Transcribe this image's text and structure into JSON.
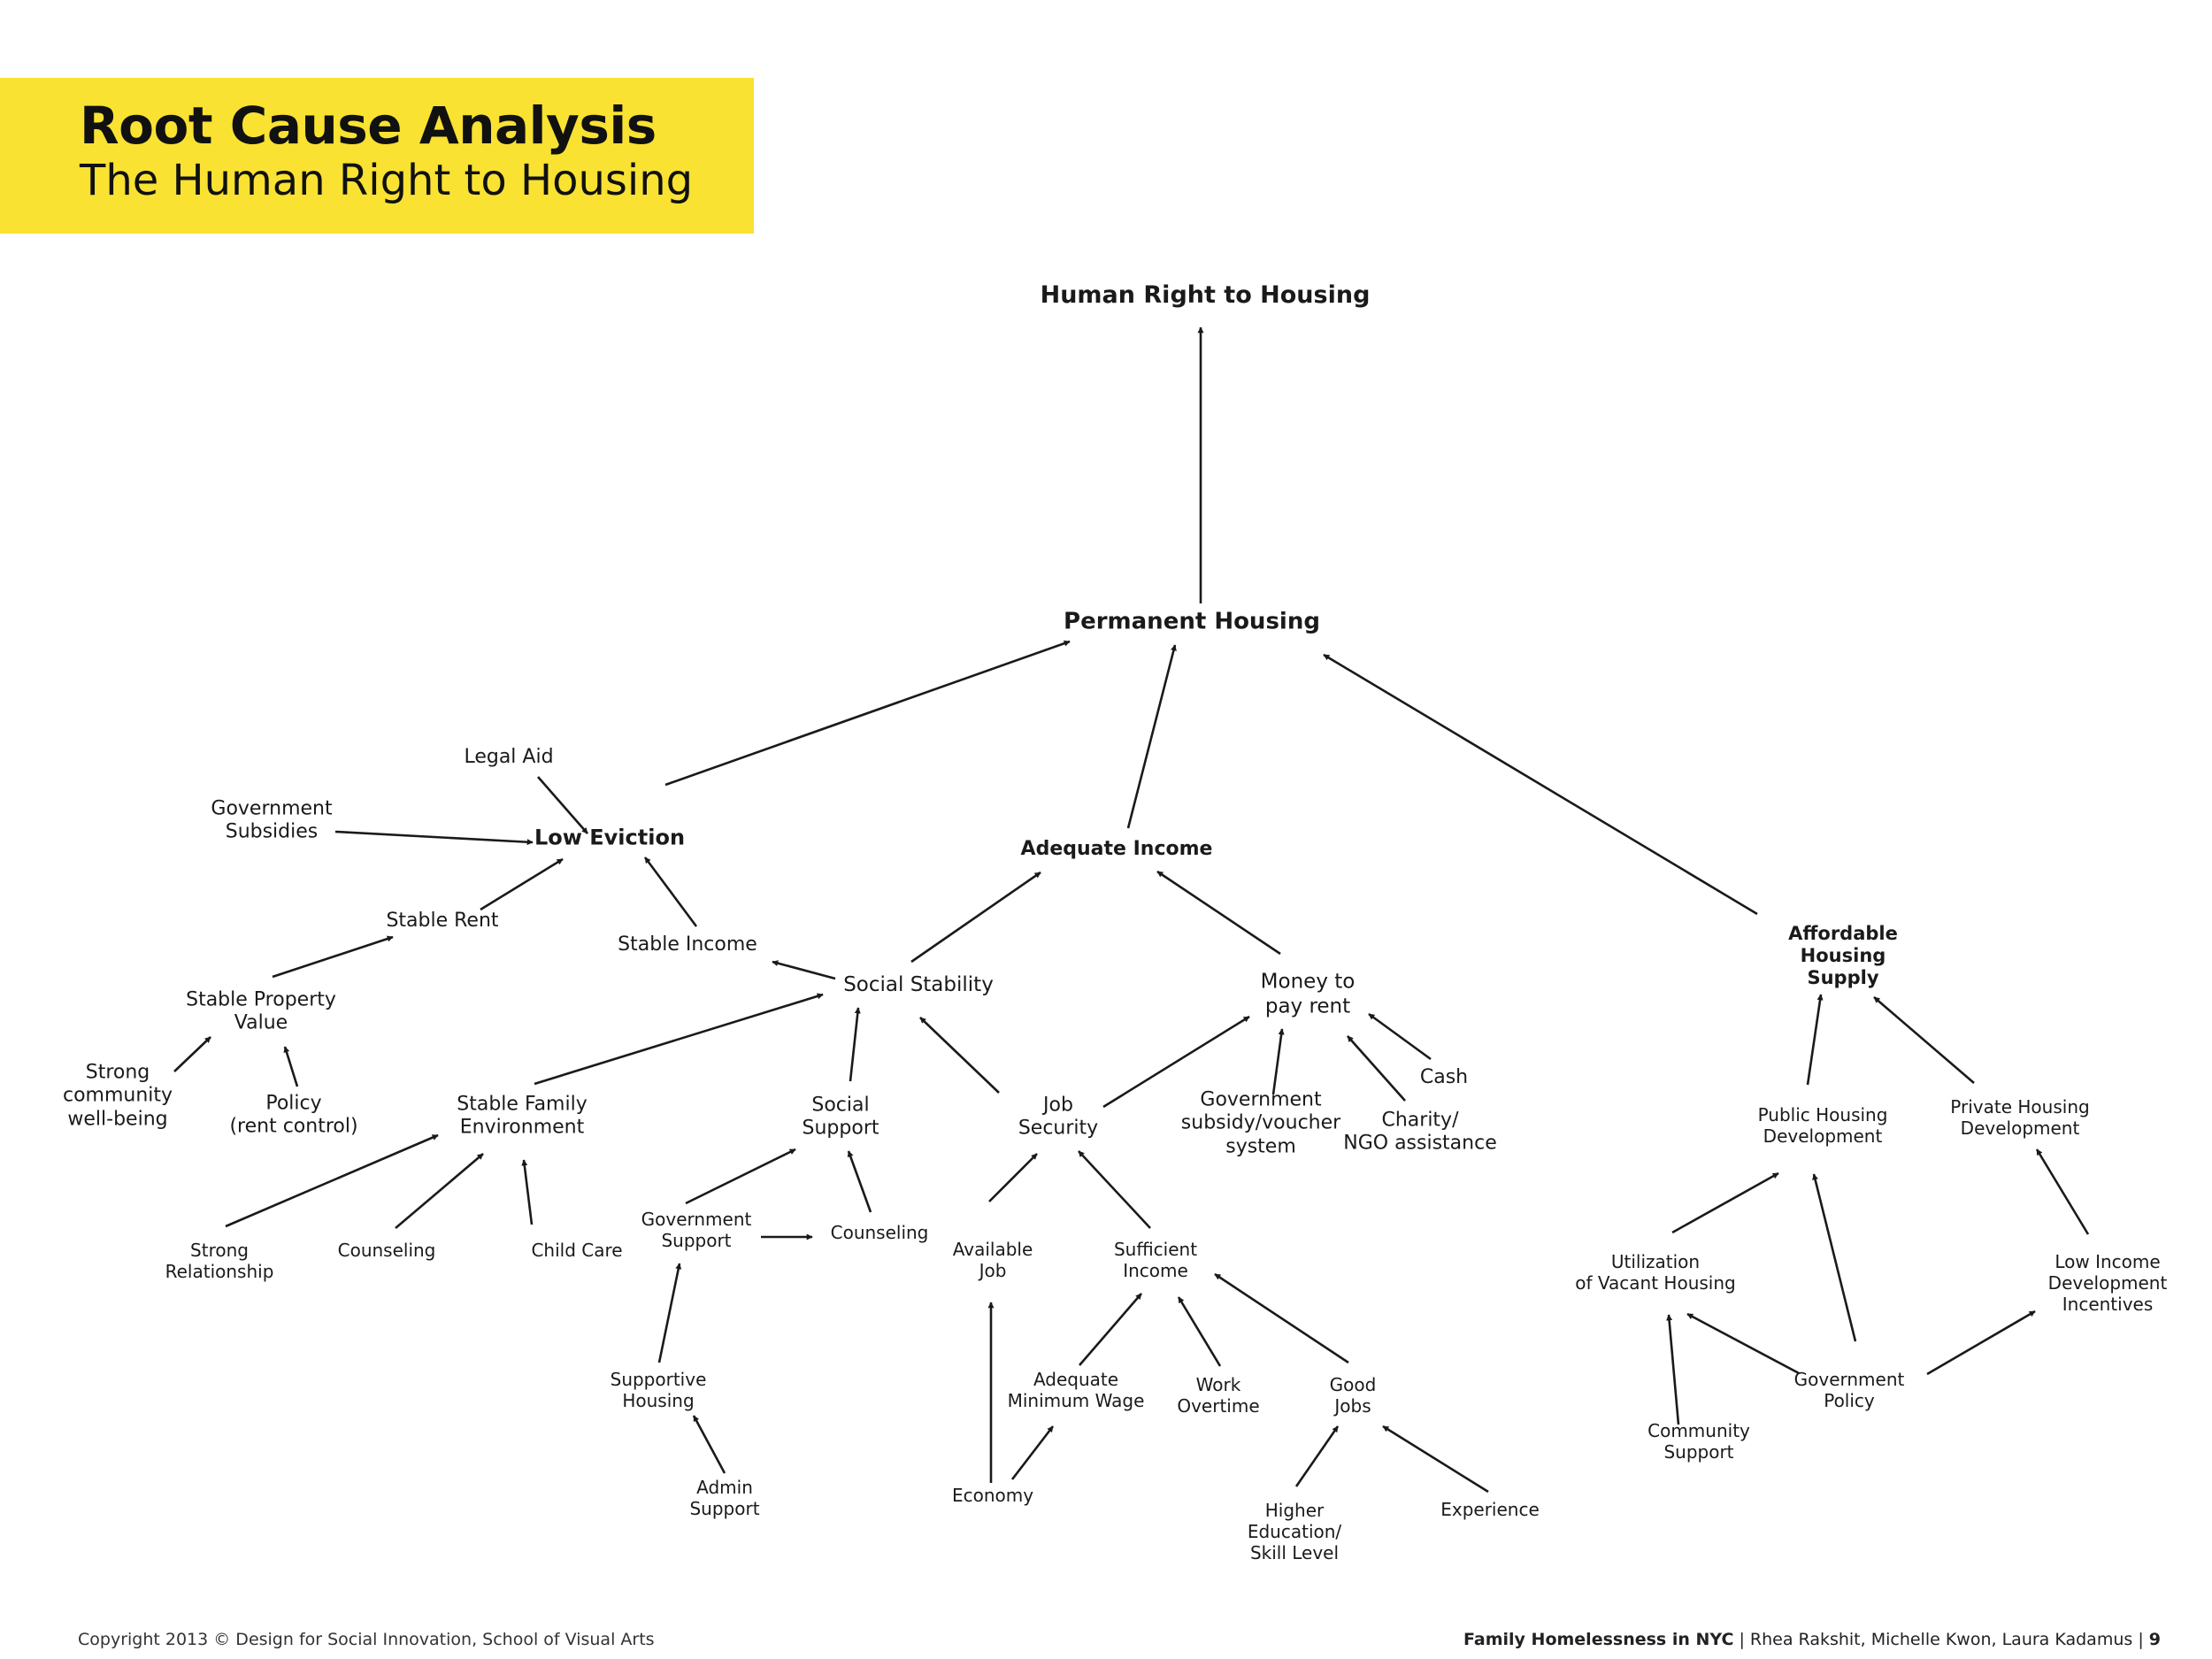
{
  "header": {
    "title": "Root Cause Analysis",
    "subtitle": "The Human Right to Housing"
  },
  "nodes": [
    {
      "id": "human-right",
      "text": "Human Right to Housing",
      "bold": true
    },
    {
      "id": "permanent-housing",
      "text": "Permanent Housing",
      "bold": true
    },
    {
      "id": "legal-aid",
      "text": "Legal Aid"
    },
    {
      "id": "gov-subsidies",
      "text": "Government\nSubsidies"
    },
    {
      "id": "low-eviction",
      "text": "Low Eviction",
      "bold": true
    },
    {
      "id": "adequate-income",
      "text": "Adequate Income",
      "bold": true
    },
    {
      "id": "stable-rent",
      "text": "Stable Rent"
    },
    {
      "id": "stable-income",
      "text": "Stable Income"
    },
    {
      "id": "social-stability",
      "text": "Social Stability"
    },
    {
      "id": "money-rent",
      "text": "Money to\npay rent"
    },
    {
      "id": "affordable-housing",
      "text": "Affordable\nHousing\nSupply",
      "bold": true
    },
    {
      "id": "stable-property",
      "text": "Stable Property\nValue"
    },
    {
      "id": "strong-community",
      "text": "Strong\ncommunity\nwell-being"
    },
    {
      "id": "policy-rent",
      "text": "Policy\n(rent control)"
    },
    {
      "id": "stable-family",
      "text": "Stable Family\nEnvironment"
    },
    {
      "id": "social-support",
      "text": "Social\nSupport"
    },
    {
      "id": "job-security",
      "text": "Job\nSecurity"
    },
    {
      "id": "gov-subsidy-voucher",
      "text": "Government\nsubsidy/voucher\nsystem"
    },
    {
      "id": "cash",
      "text": "Cash"
    },
    {
      "id": "charity-ngo",
      "text": "Charity/\nNGO assistance"
    },
    {
      "id": "public-housing",
      "text": "Public Housing\nDevelopment"
    },
    {
      "id": "private-housing",
      "text": "Private Housing\nDevelopment"
    },
    {
      "id": "strong-relationship",
      "text": "Strong\nRelationship"
    },
    {
      "id": "counseling-1",
      "text": "Counseling"
    },
    {
      "id": "child-care",
      "text": "Child Care"
    },
    {
      "id": "gov-support",
      "text": "Government\nSupport"
    },
    {
      "id": "counseling-2",
      "text": "Counseling"
    },
    {
      "id": "available-job",
      "text": "Available\nJob"
    },
    {
      "id": "sufficient-income",
      "text": "Sufficient\nIncome"
    },
    {
      "id": "utilization-vacant",
      "text": "Utilization\nof Vacant Housing"
    },
    {
      "id": "low-income-dev",
      "text": "Low Income\nDevelopment\nIncentives"
    },
    {
      "id": "supportive-housing",
      "text": "Supportive\nHousing"
    },
    {
      "id": "admin-support",
      "text": "Admin\nSupport"
    },
    {
      "id": "adequate-min-wage",
      "text": "Adequate\nMinimum Wage"
    },
    {
      "id": "work-overtime",
      "text": "Work\nOvertime"
    },
    {
      "id": "good-jobs",
      "text": "Good\nJobs"
    },
    {
      "id": "economy",
      "text": "Economy"
    },
    {
      "id": "higher-education",
      "text": "Higher\nEducation/\nSkill Level"
    },
    {
      "id": "experience",
      "text": "Experience"
    },
    {
      "id": "gov-policy",
      "text": "Government\nPolicy"
    },
    {
      "id": "community-support",
      "text": "Community\nSupport"
    }
  ],
  "edges": [
    {
      "from": "permanent-housing",
      "to": "human-right"
    },
    {
      "from": "low-eviction",
      "to": "permanent-housing"
    },
    {
      "from": "adequate-income",
      "to": "permanent-housing"
    },
    {
      "from": "affordable-housing",
      "to": "permanent-housing"
    },
    {
      "from": "legal-aid",
      "to": "low-eviction"
    },
    {
      "from": "gov-subsidies",
      "to": "low-eviction"
    },
    {
      "from": "stable-rent",
      "to": "low-eviction"
    },
    {
      "from": "stable-income",
      "to": "low-eviction"
    },
    {
      "from": "stable-property",
      "to": "stable-rent"
    },
    {
      "from": "strong-community",
      "to": "stable-property"
    },
    {
      "from": "policy-rent",
      "to": "stable-property"
    },
    {
      "from": "social-stability",
      "to": "stable-income"
    },
    {
      "from": "social-stability",
      "to": "adequate-income"
    },
    {
      "from": "money-rent",
      "to": "adequate-income"
    },
    {
      "from": "stable-family",
      "to": "social-stability"
    },
    {
      "from": "social-support",
      "to": "social-stability"
    },
    {
      "from": "job-security",
      "to": "social-stability"
    },
    {
      "from": "job-security",
      "to": "money-rent"
    },
    {
      "from": "gov-subsidy-voucher",
      "to": "money-rent"
    },
    {
      "from": "charity-ngo",
      "to": "money-rent"
    },
    {
      "from": "cash",
      "to": "money-rent"
    },
    {
      "from": "strong-relationship",
      "to": "stable-family"
    },
    {
      "from": "counseling-1",
      "to": "stable-family"
    },
    {
      "from": "child-care",
      "to": "stable-family"
    },
    {
      "from": "gov-support",
      "to": "social-support"
    },
    {
      "from": "counseling-2",
      "to": "social-support"
    },
    {
      "from": "gov-support",
      "to": "counseling-2"
    },
    {
      "from": "supportive-housing",
      "to": "gov-support"
    },
    {
      "from": "admin-support",
      "to": "supportive-housing"
    },
    {
      "from": "available-job",
      "to": "job-security"
    },
    {
      "from": "sufficient-income",
      "to": "job-security"
    },
    {
      "from": "economy",
      "to": "available-job"
    },
    {
      "from": "economy",
      "to": "adequate-min-wage"
    },
    {
      "from": "adequate-min-wage",
      "to": "sufficient-income"
    },
    {
      "from": "work-overtime",
      "to": "sufficient-income"
    },
    {
      "from": "good-jobs",
      "to": "sufficient-income"
    },
    {
      "from": "higher-education",
      "to": "good-jobs"
    },
    {
      "from": "experience",
      "to": "good-jobs"
    },
    {
      "from": "public-housing",
      "to": "affordable-housing"
    },
    {
      "from": "private-housing",
      "to": "affordable-housing"
    },
    {
      "from": "utilization-vacant",
      "to": "public-housing"
    },
    {
      "from": "gov-policy",
      "to": "public-housing"
    },
    {
      "from": "gov-policy",
      "to": "utilization-vacant"
    },
    {
      "from": "gov-policy",
      "to": "low-income-dev"
    },
    {
      "from": "community-support",
      "to": "utilization-vacant"
    },
    {
      "from": "low-income-dev",
      "to": "private-housing"
    }
  ],
  "footer": {
    "left": "Copyright 2013 © Design for Social Innovation, School of Visual Arts",
    "right_bold": "Family Homelessness in NYC",
    "right_rest": " | Rhea Rakshit, Michelle Kwon, Laura Kadamus | ",
    "page": "9"
  }
}
